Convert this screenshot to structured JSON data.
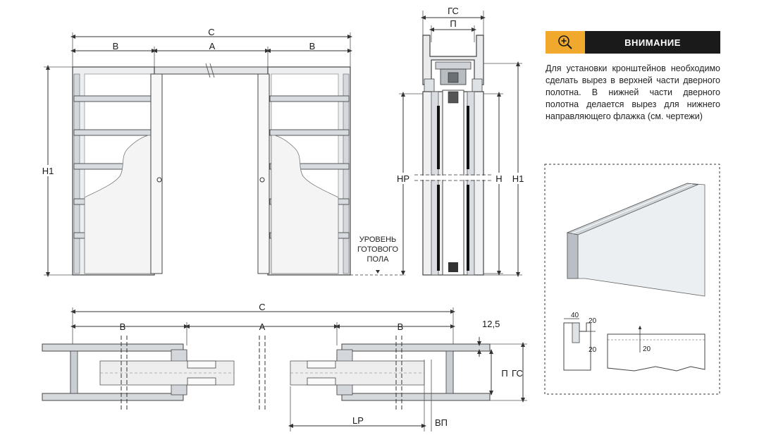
{
  "front_view": {
    "labels": {
      "c": "C",
      "a": "A",
      "b_left": "B",
      "b_right": "B",
      "h1": "H1"
    }
  },
  "floor_label": "УРОВЕНЬ\nГОТОВОГО\nПОЛА",
  "section_view": {
    "labels": {
      "gs": "ГС",
      "p": "П",
      "hp": "HP",
      "h": "H",
      "h1": "H1"
    }
  },
  "plan_view": {
    "labels": {
      "c": "C",
      "a": "A",
      "b_left": "B",
      "b_right": "B",
      "offset": "12,5",
      "p": "П",
      "gs": "ГС",
      "lp": "LP",
      "vp": "ВП"
    }
  },
  "notice": {
    "title": "ВНИМАНИЕ",
    "icon": "zoom-in-icon",
    "text": "Для установки кронштейнов необходимо сделать вырез в верхней части дверного полотна. В нижней части дверного полотна делается вырез для нижнего направляющего флажка (см. чертежи)",
    "accent_color": "#f0a92c"
  },
  "detail": {
    "labels": {
      "w40": "40",
      "d20a": "20",
      "d20b": "20",
      "d20c": "20"
    }
  }
}
